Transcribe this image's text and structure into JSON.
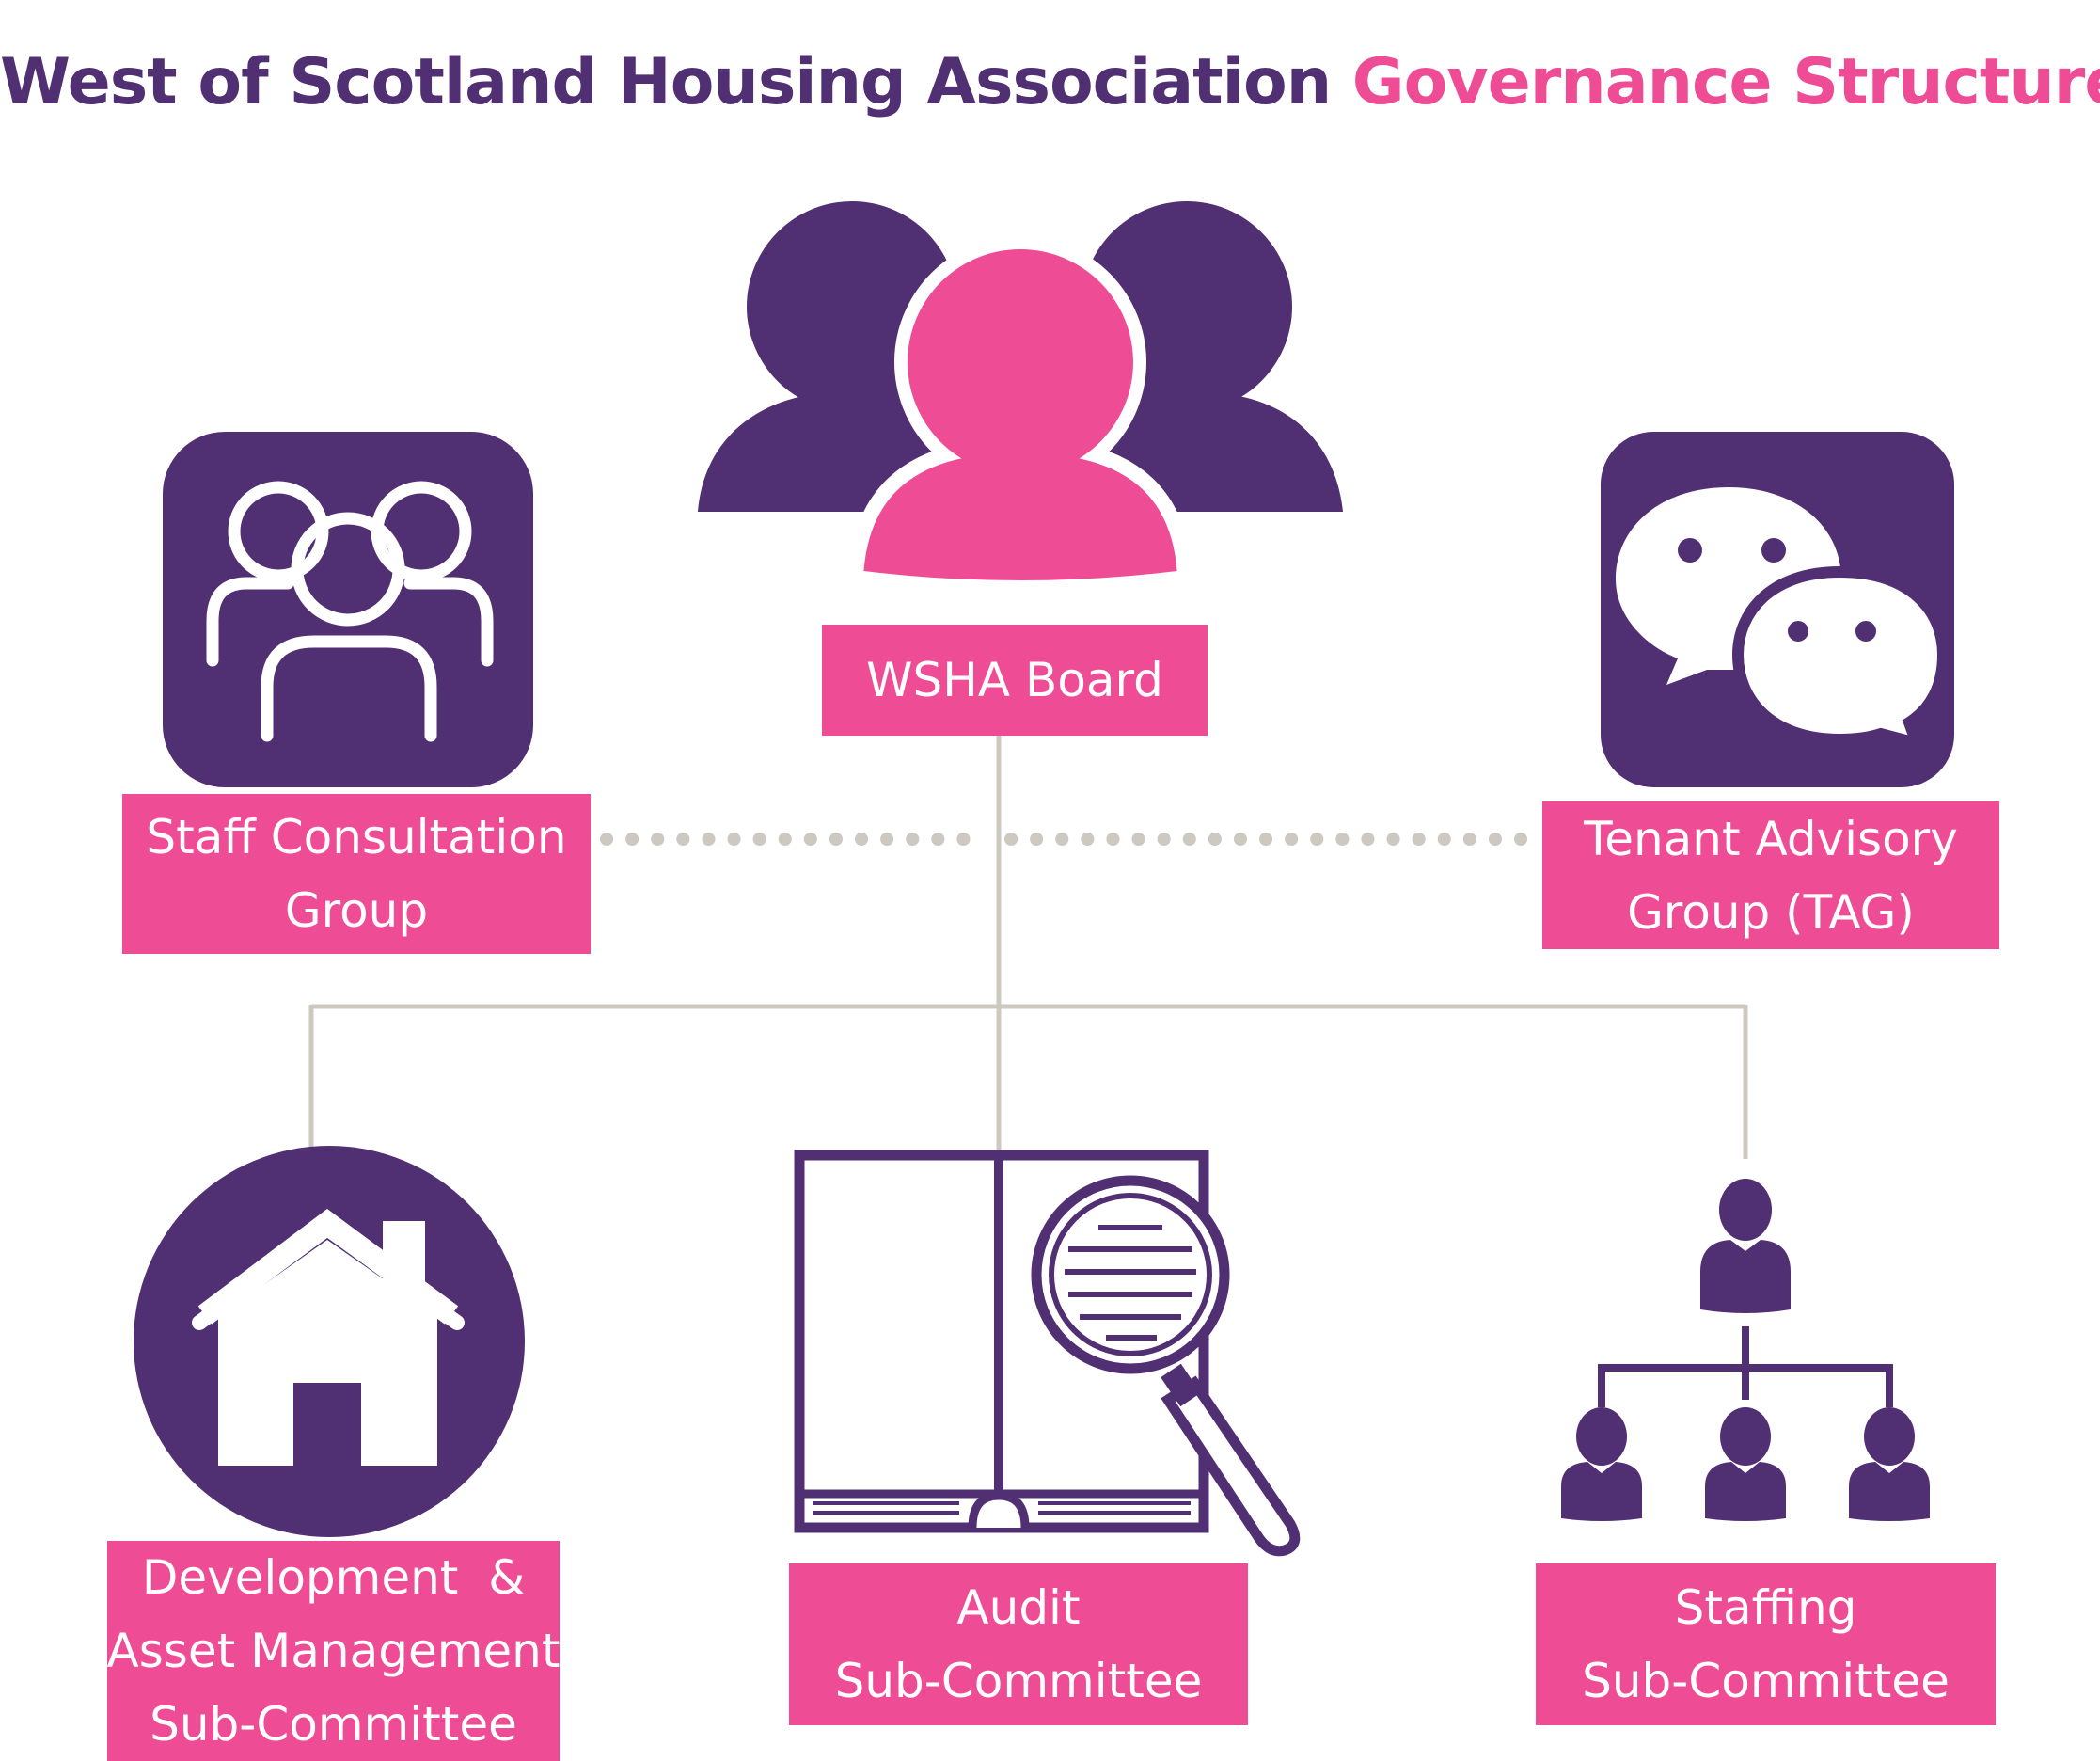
{
  "title": {
    "part1": "West of Scotland Housing Association",
    "part2": "Governance Structure"
  },
  "colors": {
    "purple": "#512f73",
    "pink": "#ee4d96",
    "connector": "#cdc8c0",
    "label_text": "#ffffff"
  },
  "nodes": {
    "board": {
      "lines": [
        "WSHA Board"
      ],
      "icon": "group-of-people-icon"
    },
    "staff_consultation": {
      "lines": [
        "Staff Consultation",
        "Group"
      ],
      "icon": "team-icon"
    },
    "tenant_advisory": {
      "lines": [
        "Tenant Advisory",
        "Group (TAG)"
      ],
      "icon": "chat-bubbles-icon"
    },
    "development": {
      "lines": [
        "Development  &",
        "Asset Management",
        "Sub-Committee"
      ],
      "icon": "house-icon"
    },
    "audit": {
      "lines": [
        "Audit",
        "Sub-Committee"
      ],
      "icon": "book-magnifier-icon"
    },
    "staffing": {
      "lines": [
        "Staffing",
        "Sub-Committee"
      ],
      "icon": "org-chart-icon"
    }
  }
}
